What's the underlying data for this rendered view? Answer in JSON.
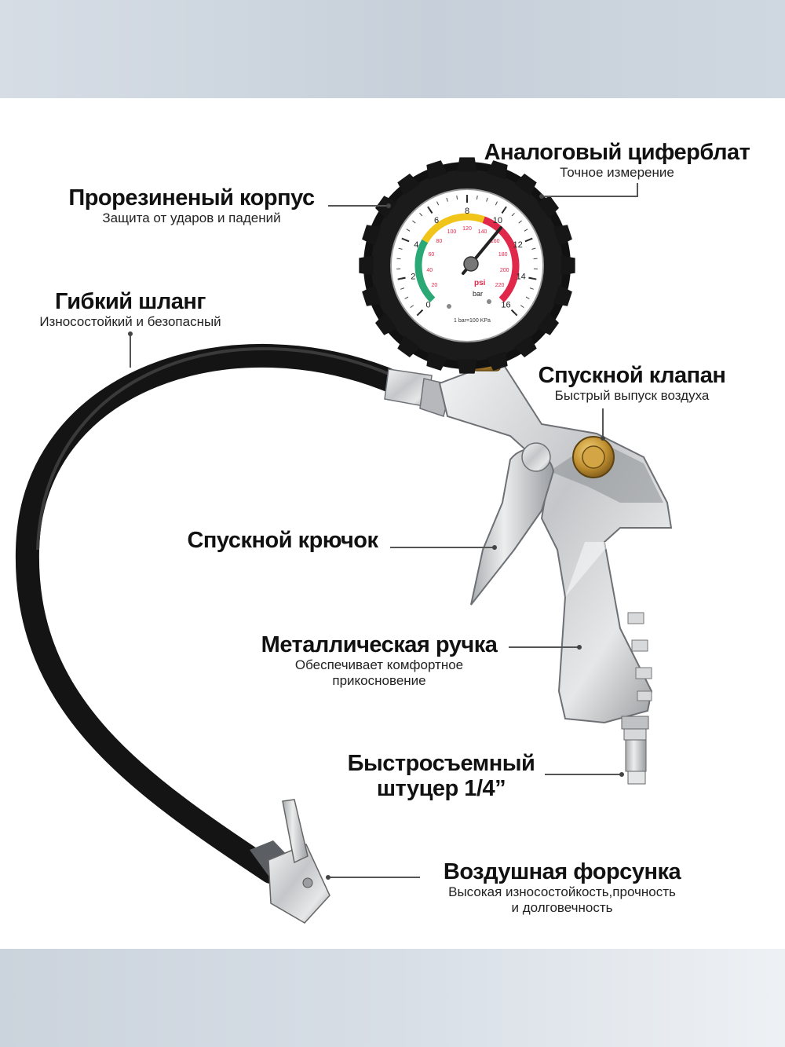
{
  "dial": {
    "bar_ticks": [
      "0",
      "2",
      "4",
      "6",
      "8",
      "10",
      "12",
      "14",
      "16"
    ],
    "psi_ticks": [
      "20",
      "40",
      "60",
      "80",
      "100",
      "120",
      "140",
      "160",
      "180",
      "200",
      "220"
    ],
    "psi_unit": "psi",
    "bar_unit": "bar",
    "footnote": "1 bar=100 KPa"
  },
  "callouts": {
    "analog_dial": {
      "title": "Аналоговый циферблат",
      "subtitle": "Точное измерение"
    },
    "rubber_body": {
      "title": "Прорезиненый корпус",
      "subtitle": "Защита от ударов и падений"
    },
    "flexible_hose": {
      "title": "Гибкий шланг",
      "subtitle": "Износостойкий и безопасный"
    },
    "release_valve": {
      "title": "Спускной клапан",
      "subtitle": "Быстрый выпуск воздуха"
    },
    "trigger": {
      "title": "Спускной крючок"
    },
    "metal_handle": {
      "title": "Металлическая ручка",
      "subtitle_line1": "Обеспечивает комфортное",
      "subtitle_line2": "прикосновение"
    },
    "quick_connector": {
      "title_line1": "Быстросъемный",
      "title_line2": "штуцер 1/4”"
    },
    "air_chuck": {
      "title": "Воздушная форсунка",
      "subtitle_line1": "Высокая износостойкость,прочность",
      "subtitle_line2": "и долговечность"
    }
  },
  "colors": {
    "hose": "#141414",
    "metal": "#c9cbce",
    "brass": "#b8862a",
    "dial_green": "#2aa876",
    "dial_yellow": "#f0c419",
    "dial_red": "#e0284b"
  }
}
